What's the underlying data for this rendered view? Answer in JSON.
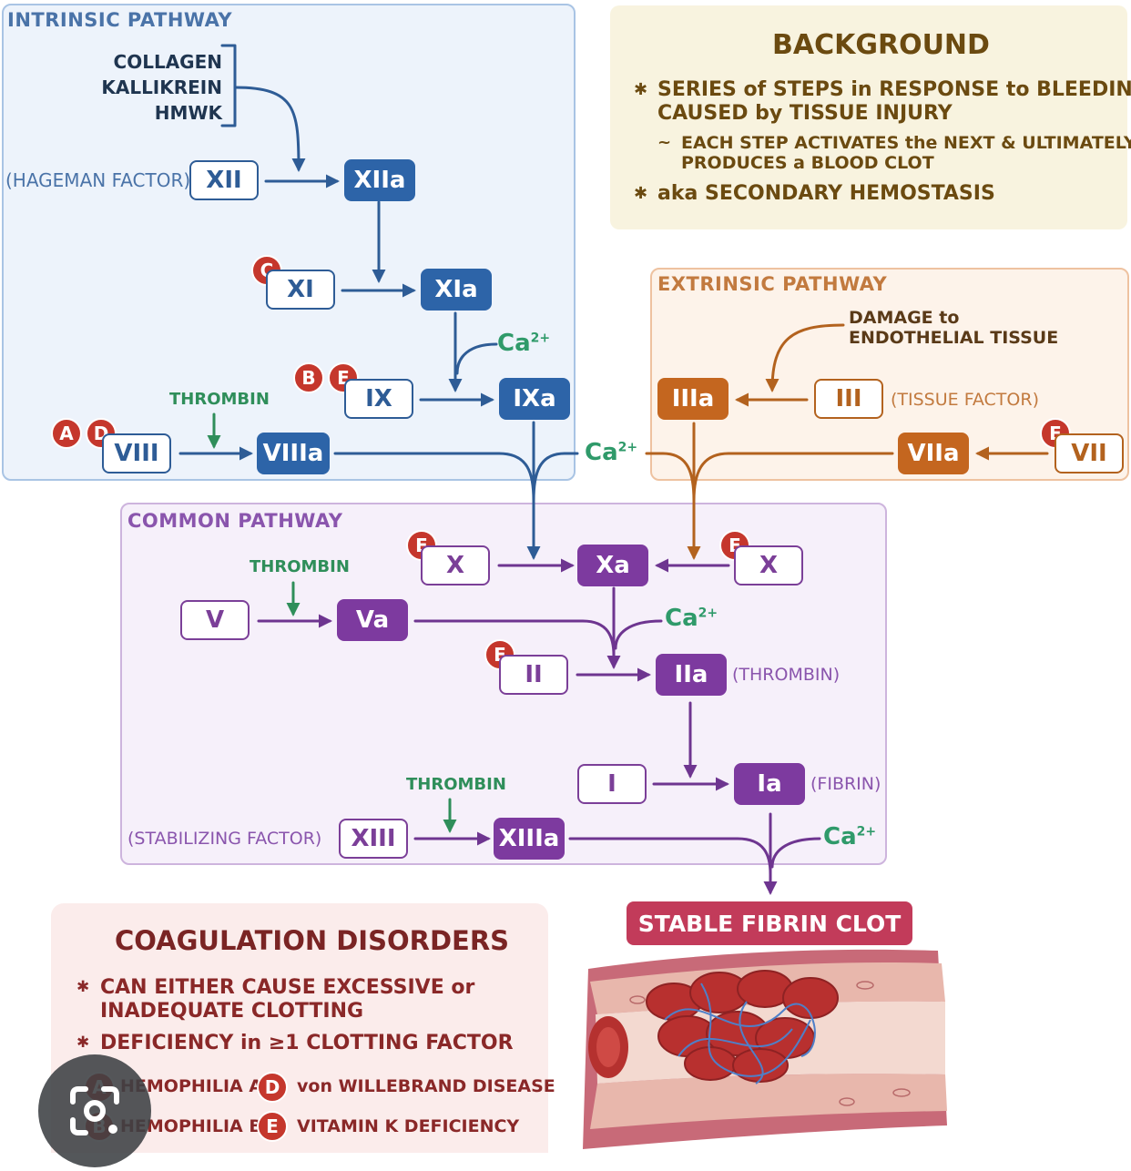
{
  "intrinsic": {
    "title": "INTRINSIC PATHWAY",
    "activators": [
      "COLLAGEN",
      "KALLIKREIN",
      "HMWK"
    ],
    "hageman_label": "(HAGEMAN FACTOR)",
    "xii": "XII",
    "xiia": "XIIa",
    "xi": "XI",
    "xia": "XIa",
    "ix": "IX",
    "ixa": "IXa",
    "viii": "VIII",
    "viiia": "VIIIa",
    "thrombin": "THROMBIN"
  },
  "extrinsic": {
    "title": "EXTRINSIC PATHWAY",
    "damage": [
      "DAMAGE to",
      "ENDOTHELIAL TISSUE"
    ],
    "iii": "III",
    "iiia": "IIIa",
    "tissue_factor_label": "(TISSUE FACTOR)",
    "vii": "VII",
    "viia": "VIIa"
  },
  "common": {
    "title": "COMMON PATHWAY",
    "x": "X",
    "xa": "Xa",
    "v": "V",
    "va": "Va",
    "ii": "II",
    "iia": "IIa",
    "thrombin_label": "(THROMBIN)",
    "i": "I",
    "ia": "Ia",
    "fibrin_label": "(FIBRIN)",
    "xiii": "XIII",
    "xiiia": "XIIIa",
    "stabilizing_label": "(STABILIZING FACTOR)",
    "thrombin": "THROMBIN"
  },
  "calcium": {
    "base": "Ca",
    "charge": "2+"
  },
  "badges": {
    "a": "A",
    "b": "B",
    "c": "C",
    "d": "D",
    "e": "E"
  },
  "background": {
    "title": "BACKGROUND",
    "bullets": [
      [
        "SERIES of STEPS in RESPONSE to BLEEDING",
        "CAUSED by TISSUE INJURY"
      ],
      [
        "aka SECONDARY HEMOSTASIS"
      ]
    ],
    "sub_bullet": [
      "EACH STEP ACTIVATES the NEXT & ULTIMATELY",
      "PRODUCES a BLOOD CLOT"
    ],
    "bullet_mark": "✱",
    "sub_mark": "~"
  },
  "clot": {
    "label": "STABLE FIBRIN CLOT"
  },
  "disorders": {
    "title": "COAGULATION DISORDERS",
    "bullet1": [
      "CAN EITHER CAUSE EXCESSIVE or",
      "INADEQUATE CLOTTING"
    ],
    "bullet2": "DEFICIENCY in ≥1 CLOTTING FACTOR",
    "items": [
      "HEMOPHILIA A",
      "HEMOPHILIA B",
      "von WILLEBRAND DISEASE",
      "VITAMIN K DEFICIENCY"
    ]
  },
  "colors": {
    "blue": "#2d64a8",
    "brown": "#c4661f",
    "purple": "#7d3a9f",
    "green": "#2f8e5a",
    "red": "#c5372c",
    "clot_banner": "#c23b5a"
  }
}
